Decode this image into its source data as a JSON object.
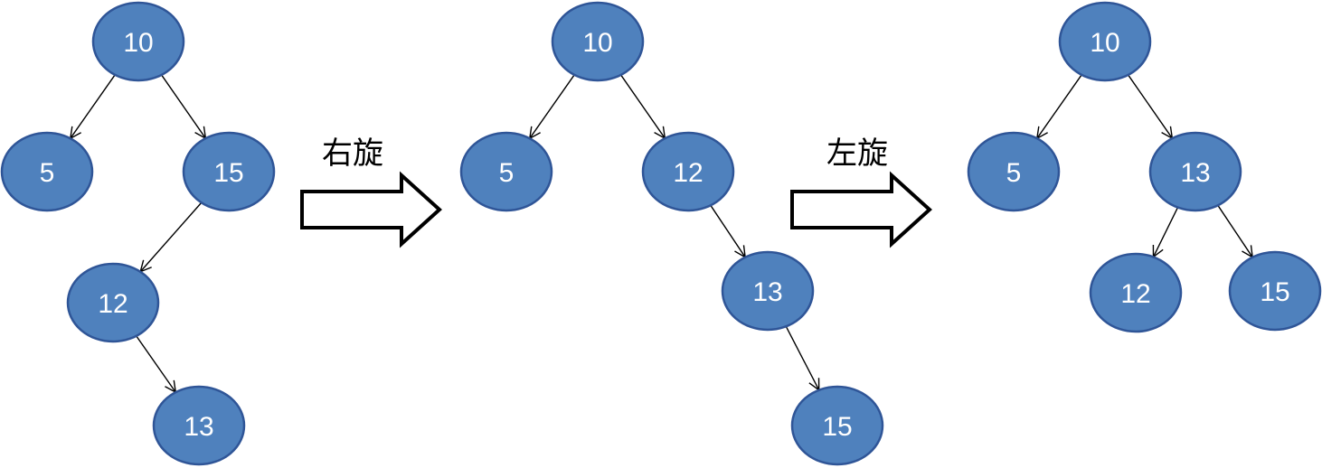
{
  "style": {
    "node_fill": "#4f81bd",
    "node_stroke": "#2f5597",
    "node_text_color": "#ffffff",
    "edge_color": "#000000"
  },
  "steps": [
    {
      "label": "右旋"
    },
    {
      "label": "左旋"
    }
  ],
  "trees": [
    {
      "nodes": [
        {
          "id": "t1-10",
          "label": "10"
        },
        {
          "id": "t1-5",
          "label": "5"
        },
        {
          "id": "t1-15",
          "label": "15"
        },
        {
          "id": "t1-12",
          "label": "12"
        },
        {
          "id": "t1-13",
          "label": "13"
        }
      ],
      "edges": [
        [
          "t1-10",
          "t1-5"
        ],
        [
          "t1-10",
          "t1-15"
        ],
        [
          "t1-15",
          "t1-12"
        ],
        [
          "t1-12",
          "t1-13"
        ]
      ]
    },
    {
      "nodes": [
        {
          "id": "t2-10",
          "label": "10"
        },
        {
          "id": "t2-5",
          "label": "5"
        },
        {
          "id": "t2-12",
          "label": "12"
        },
        {
          "id": "t2-13",
          "label": "13"
        },
        {
          "id": "t2-15",
          "label": "15"
        }
      ],
      "edges": [
        [
          "t2-10",
          "t2-5"
        ],
        [
          "t2-10",
          "t2-12"
        ],
        [
          "t2-12",
          "t2-13"
        ],
        [
          "t2-13",
          "t2-15"
        ]
      ]
    },
    {
      "nodes": [
        {
          "id": "t3-10",
          "label": "10"
        },
        {
          "id": "t3-5",
          "label": "5"
        },
        {
          "id": "t3-13",
          "label": "13"
        },
        {
          "id": "t3-12",
          "label": "12"
        },
        {
          "id": "t3-15",
          "label": "15"
        }
      ],
      "edges": [
        [
          "t3-10",
          "t3-5"
        ],
        [
          "t3-10",
          "t3-13"
        ],
        [
          "t3-13",
          "t3-12"
        ],
        [
          "t3-13",
          "t3-15"
        ]
      ]
    }
  ]
}
